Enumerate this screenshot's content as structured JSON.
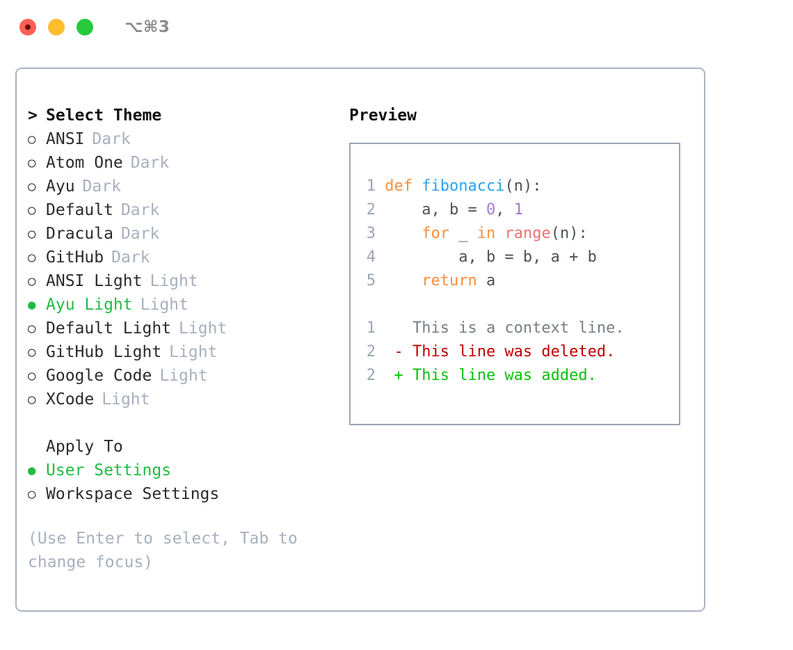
{
  "window": {
    "shortcut": "⌥⌘3",
    "traffic_lights": [
      "close-red",
      "minimize-yellow",
      "maximize-green"
    ]
  },
  "theme_picker": {
    "heading": "Select Theme",
    "heading_marker": ">",
    "marker_selected": "●",
    "marker_unselected": "○",
    "items": [
      {
        "label": "ANSI",
        "tag": "Dark",
        "selected": false
      },
      {
        "label": "Atom One",
        "tag": "Dark",
        "selected": false
      },
      {
        "label": "Ayu",
        "tag": "Dark",
        "selected": false
      },
      {
        "label": "Default",
        "tag": "Dark",
        "selected": false
      },
      {
        "label": "Dracula",
        "tag": "Dark",
        "selected": false
      },
      {
        "label": "GitHub",
        "tag": "Dark",
        "selected": false
      },
      {
        "label": "ANSI Light",
        "tag": "Light",
        "selected": false
      },
      {
        "label": "Ayu Light",
        "tag": "Light",
        "selected": true
      },
      {
        "label": "Default Light",
        "tag": "Light",
        "selected": false
      },
      {
        "label": "GitHub Light",
        "tag": "Light",
        "selected": false
      },
      {
        "label": "Google Code",
        "tag": "Light",
        "selected": false
      },
      {
        "label": "XCode",
        "tag": "Light",
        "selected": false
      }
    ]
  },
  "apply_to": {
    "heading": "Apply To",
    "items": [
      {
        "label": "User Settings",
        "selected": true
      },
      {
        "label": "Workspace Settings",
        "selected": false
      }
    ]
  },
  "hint": "(Use Enter to select, Tab to change focus)",
  "preview": {
    "heading": "Preview",
    "code": [
      {
        "no": "1",
        "tokens": [
          {
            "t": "def",
            "c": "kw"
          },
          {
            "t": " ",
            "c": "sp"
          },
          {
            "t": "fibonacci",
            "c": "fn"
          },
          {
            "t": "(n):",
            "c": "punc"
          }
        ]
      },
      {
        "no": "2",
        "tokens": [
          {
            "t": "    a, b = ",
            "c": "plain"
          },
          {
            "t": "0",
            "c": "num"
          },
          {
            "t": ", ",
            "c": "plain"
          },
          {
            "t": "1",
            "c": "num"
          }
        ]
      },
      {
        "no": "3",
        "tokens": [
          {
            "t": "    ",
            "c": "sp"
          },
          {
            "t": "for",
            "c": "kw"
          },
          {
            "t": " _ ",
            "c": "plain"
          },
          {
            "t": "in",
            "c": "kw"
          },
          {
            "t": " ",
            "c": "sp"
          },
          {
            "t": "range",
            "c": "builtin"
          },
          {
            "t": "(n):",
            "c": "punc"
          }
        ]
      },
      {
        "no": "4",
        "tokens": [
          {
            "t": "        a, b = b, a + b",
            "c": "plain"
          }
        ]
      },
      {
        "no": "5",
        "tokens": [
          {
            "t": "    ",
            "c": "sp"
          },
          {
            "t": "return",
            "c": "kw"
          },
          {
            "t": " a",
            "c": "plain"
          }
        ]
      }
    ],
    "diff": [
      {
        "no": "1",
        "marker": " ",
        "text": "This is a context line.",
        "kind": "context"
      },
      {
        "no": "2",
        "marker": "-",
        "text": "This line was deleted.",
        "kind": "deleted"
      },
      {
        "no": "2",
        "marker": "+",
        "text": "This line was added.",
        "kind": "added"
      }
    ]
  },
  "colors": {
    "accent_green": "#22bb44",
    "muted": "#a8b0bd",
    "border": "#aab4c2",
    "keyword": "#fa8d3e",
    "function": "#2ca0ee",
    "builtin": "#f07171",
    "number": "#a37acc",
    "diff_deleted": "#c00000",
    "diff_added": "#0ac20a"
  }
}
